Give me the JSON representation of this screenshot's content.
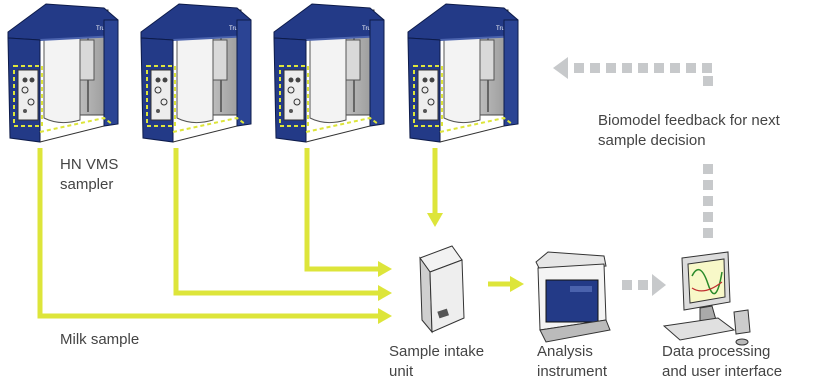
{
  "labels": {
    "sampler": [
      "HN VMS",
      "sampler"
    ],
    "milk": "Milk sample",
    "feedback": [
      "Biomodel feedback for next",
      "sample decision"
    ],
    "intake": [
      "Sample intake",
      "unit"
    ],
    "analysis": [
      "Analysis",
      "instrument"
    ],
    "dataproc": [
      "Data processing",
      "and user interface"
    ]
  },
  "colors": {
    "flow": "#dde53a",
    "feedback": "#c7c9cb",
    "unit_blue": "#233a87",
    "text": "#444444"
  },
  "icons": [
    "sampler-unit-icon",
    "intake-unit-icon",
    "analysis-instrument-icon",
    "computer-icon"
  ]
}
